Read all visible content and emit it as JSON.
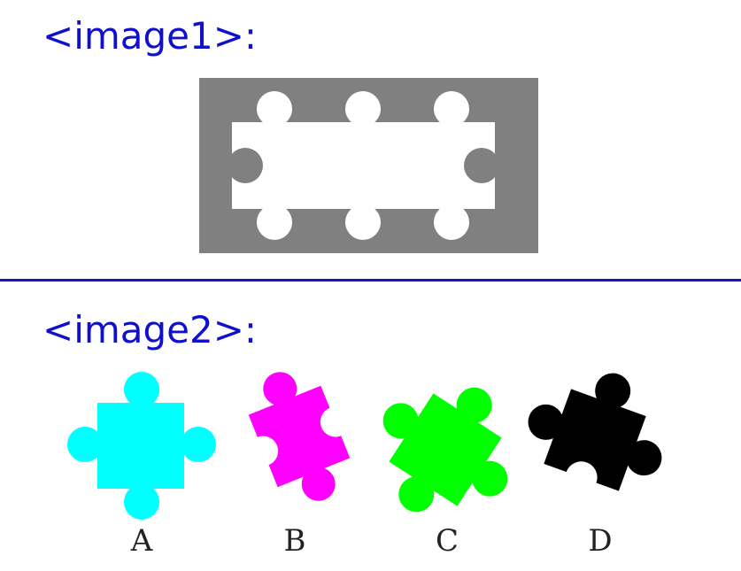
{
  "headings": {
    "first": "<image1>:",
    "second": "<image2>:"
  },
  "puzzle_frame": {
    "frame_color": "#808080",
    "hole_color": "#ffffff"
  },
  "pieces": [
    {
      "label": "A",
      "color": "#00ffff"
    },
    {
      "label": "B",
      "color": "#ff00ff"
    },
    {
      "label": "C",
      "color": "#00ff00"
    },
    {
      "label": "D",
      "color": "#000000"
    }
  ]
}
